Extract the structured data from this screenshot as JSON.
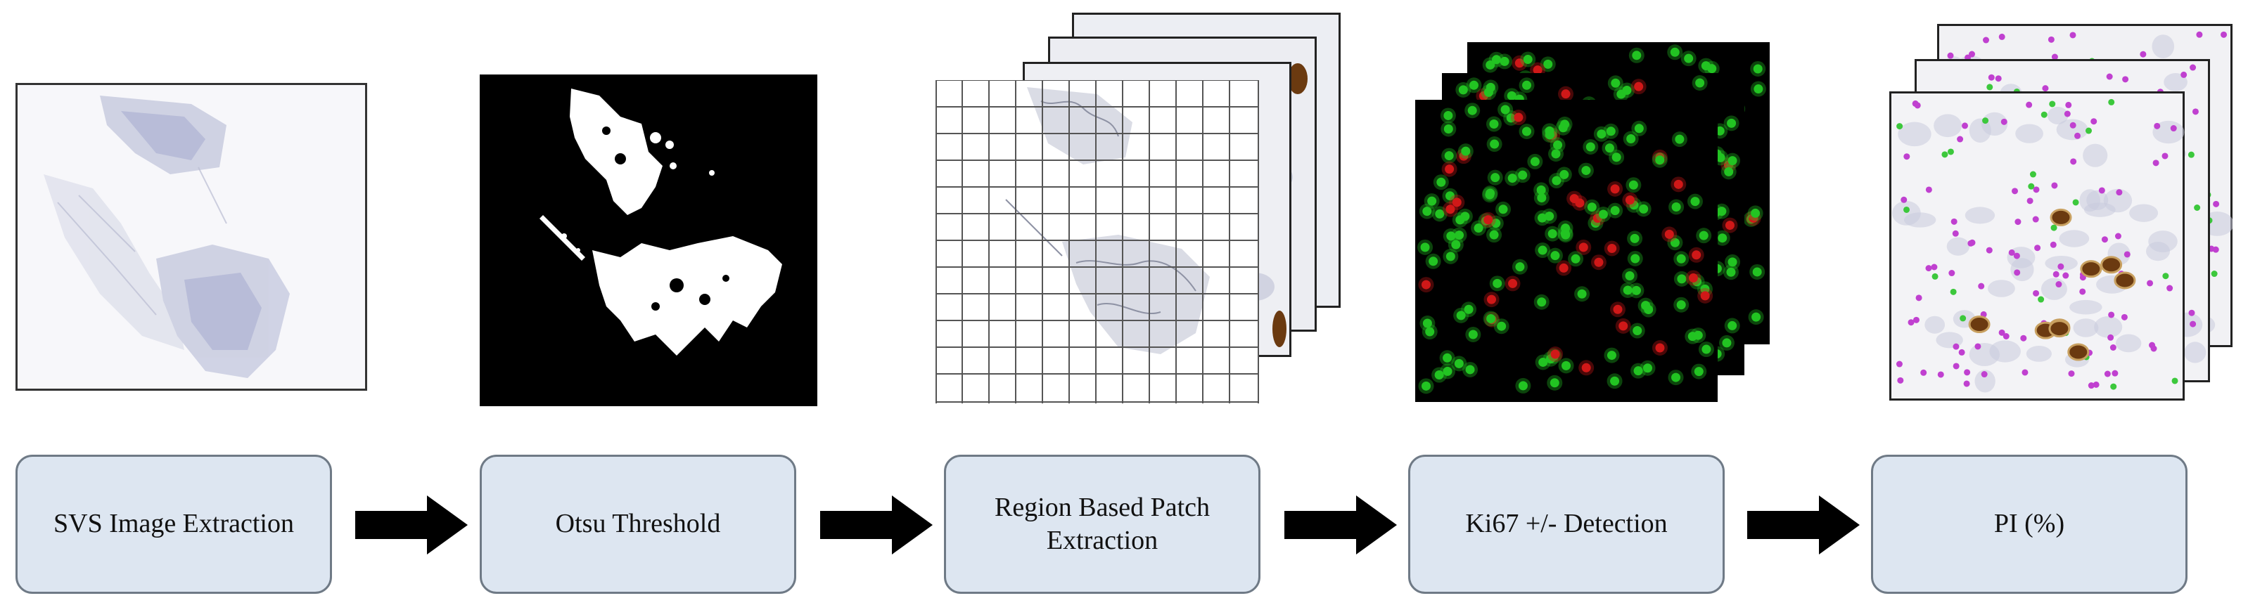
{
  "steps": [
    {
      "label": "SVS Image Extraction"
    },
    {
      "label": "Otsu Threshold"
    },
    {
      "label": "Region Based Patch Extraction"
    },
    {
      "label": "Ki67 +/- Detection"
    },
    {
      "label": "PI (%)"
    }
  ],
  "colors": {
    "box_fill": "#dde6f1",
    "box_border": "#6f7a86",
    "arrow": "#000000",
    "positive_nuclei": "#d01818",
    "negative_nuclei": "#22c422",
    "marker_purple": "#c040d0",
    "marker_green": "#3cc83c",
    "brown_nuclei": "#6b3a10"
  },
  "icons": [
    "slide-thumbnail",
    "otsu-mask",
    "patch-grid",
    "detection-map",
    "pi-overlay",
    "right-arrow-icon"
  ]
}
